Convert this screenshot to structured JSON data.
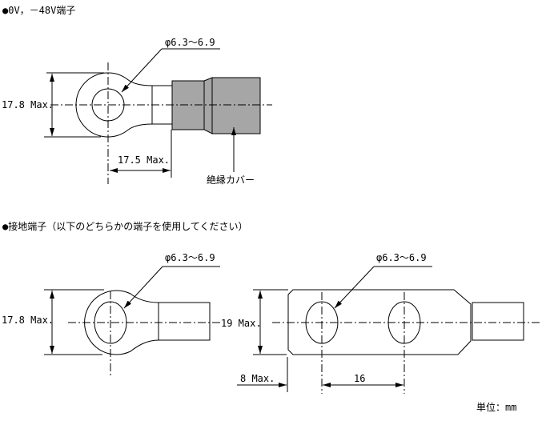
{
  "section1": {
    "title": "●0V，－48V端子",
    "hole_diameter": "φ6.3～6.9",
    "height_dim": "17.8 Max.",
    "length_dim": "17.5 Max.",
    "cover_label": "絶縁カバー"
  },
  "section2": {
    "title": "●接地端子（以下のどちらかの端子を使用してください）",
    "ring": {
      "hole_diameter": "φ6.3～6.9",
      "height_dim": "17.8 Max."
    },
    "plate": {
      "hole_diameter": "φ6.3～6.9",
      "height_dim": "19 Max.",
      "edge_dim": "8 Max.",
      "pitch_dim": "16"
    }
  },
  "unit_note": "単位：mm",
  "colors": {
    "insulation_cover": "#a6a6a6"
  }
}
